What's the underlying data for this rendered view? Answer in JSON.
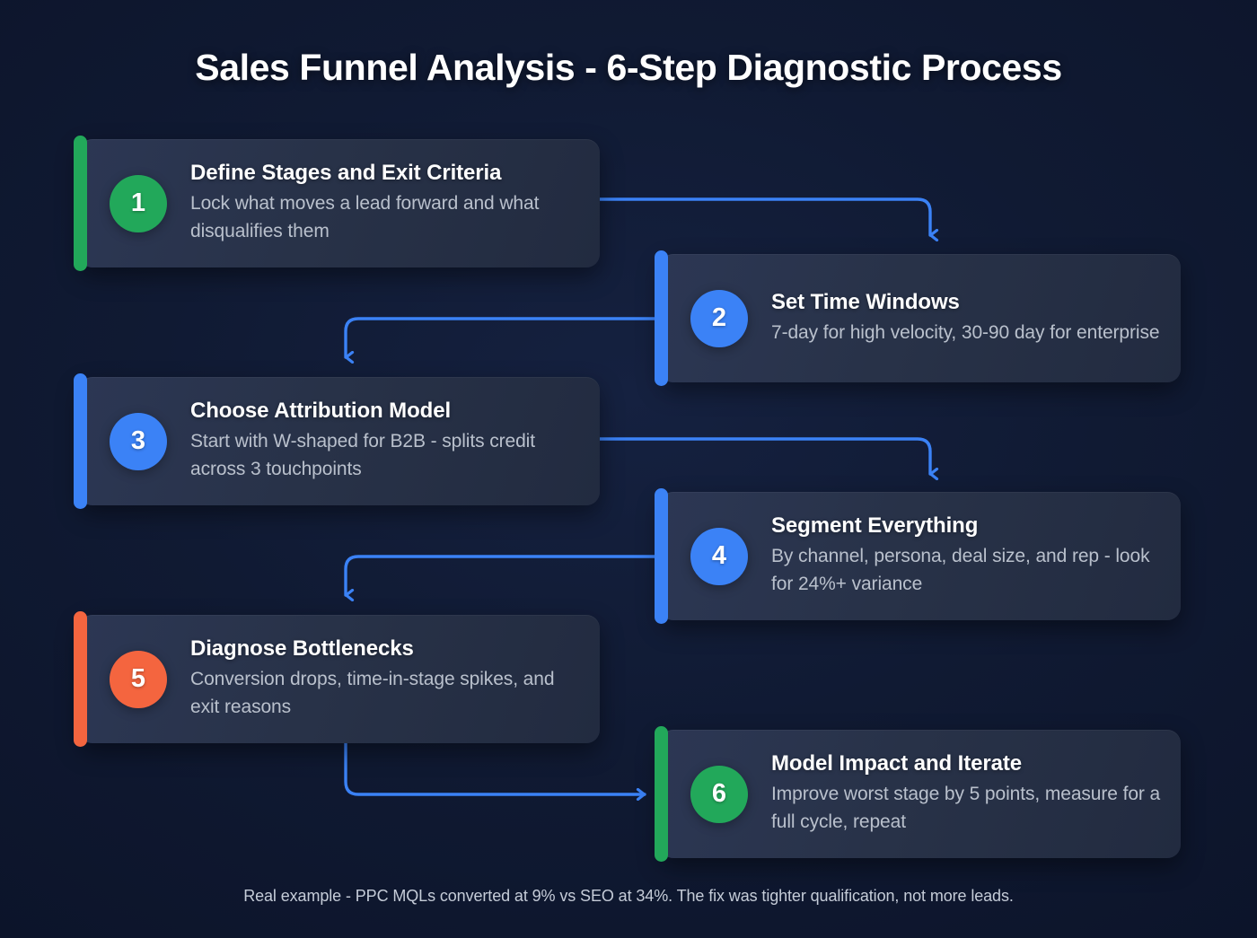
{
  "header": {
    "title": "Sales Funnel Analysis - 6-Step Diagnostic Process"
  },
  "footer": {
    "note": "Real example - PPC MQLs converted at 9% vs SEO at 34%. The fix was tighter qualification, not more leads."
  },
  "colors": {
    "background": "#0e1830",
    "card_background": "#2a3450",
    "green": "#22a85a",
    "blue": "#3b82f6",
    "orange": "#f4653f",
    "connector": "#3b82f6",
    "title_text": "#ffffff",
    "body_text": "#b9c0cc"
  },
  "steps": [
    {
      "number": "1",
      "title": "Define Stages and Exit Criteria",
      "description": "Lock what moves a lead forward and what disqualifies them",
      "accent": "#22a85a",
      "side": "left"
    },
    {
      "number": "2",
      "title": "Set Time Windows",
      "description": "7-day for high velocity, 30-90 day for enterprise",
      "accent": "#3b82f6",
      "side": "right"
    },
    {
      "number": "3",
      "title": "Choose Attribution Model",
      "description": "Start with W-shaped for B2B - splits credit across 3 touchpoints",
      "accent": "#3b82f6",
      "side": "left"
    },
    {
      "number": "4",
      "title": "Segment Everything",
      "description": "By channel, persona, deal size, and rep - look for 24%+ variance",
      "accent": "#3b82f6",
      "side": "right"
    },
    {
      "number": "5",
      "title": "Diagnose Bottlenecks",
      "description": "Conversion drops, time-in-stage spikes, and exit reasons",
      "accent": "#f4653f",
      "side": "left"
    },
    {
      "number": "6",
      "title": "Model Impact and Iterate",
      "description": "Improve worst stage by 5 points, measure for a full cycle, repeat",
      "accent": "#22a85a",
      "side": "right"
    }
  ],
  "connectors": [
    {
      "from": "1",
      "to": "2",
      "direction": "right-then-down"
    },
    {
      "from": "2",
      "to": "3",
      "direction": "left-then-down"
    },
    {
      "from": "3",
      "to": "4",
      "direction": "right-then-down"
    },
    {
      "from": "4",
      "to": "5",
      "direction": "left-then-down"
    },
    {
      "from": "5",
      "to": "6",
      "direction": "down-then-right"
    }
  ]
}
